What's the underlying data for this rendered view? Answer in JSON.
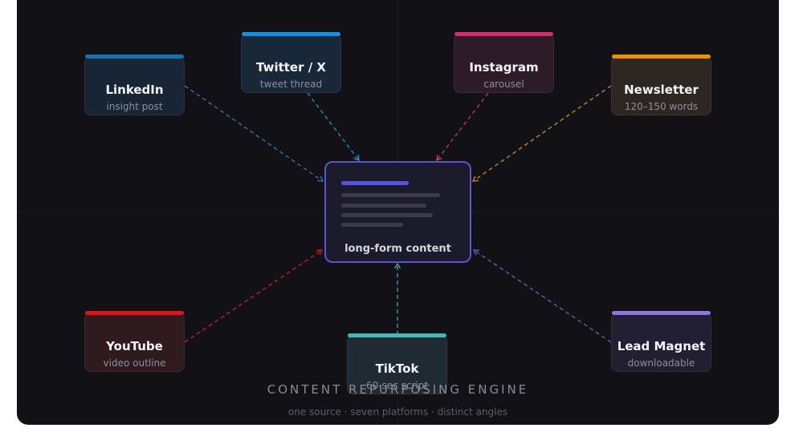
{
  "center": {
    "label": "long-form content",
    "border_color": "#5b55d6",
    "accent_line_color": "#5b55d6"
  },
  "platforms": [
    {
      "key": "linkedin",
      "title": "LinkedIn",
      "subtitle": "insight post",
      "accent": "#1e6fae",
      "bg": "#172534",
      "line_color": "#2d7bb8"
    },
    {
      "key": "twitter",
      "title": "Twitter / X",
      "subtitle": "tweet thread",
      "accent": "#1d8fd8",
      "bg": "#192838",
      "line_color": "#2b8fd0"
    },
    {
      "key": "instagram",
      "title": "Instagram",
      "subtitle": "carousel",
      "accent": "#c9326a",
      "bg": "#2d1c28",
      "line_color": "#c23a6c"
    },
    {
      "key": "newsletter",
      "title": "Newsletter",
      "subtitle": "120–150 words",
      "accent": "#e0921c",
      "bg": "#2e2620",
      "line_color": "#d48a20"
    },
    {
      "key": "youtube",
      "title": "YouTube",
      "subtitle": "video outline",
      "accent": "#d01c1c",
      "bg": "#2f1a1e",
      "line_color": "#c42424"
    },
    {
      "key": "tiktok",
      "title": "TikTok",
      "subtitle": "60-sec script",
      "accent": "#4fb3b3",
      "bg": "#1f2a32",
      "line_color": "#4aa6b0"
    },
    {
      "key": "lead-magnet",
      "title": "Lead Magnet",
      "subtitle": "downloadable",
      "accent": "#8b77d6",
      "bg": "#231f33",
      "line_color": "#6e62bf"
    }
  ],
  "footer": {
    "title": "CONTENT REPURPOSING ENGINE",
    "subtitle": "one source · seven platforms · distinct angles"
  }
}
